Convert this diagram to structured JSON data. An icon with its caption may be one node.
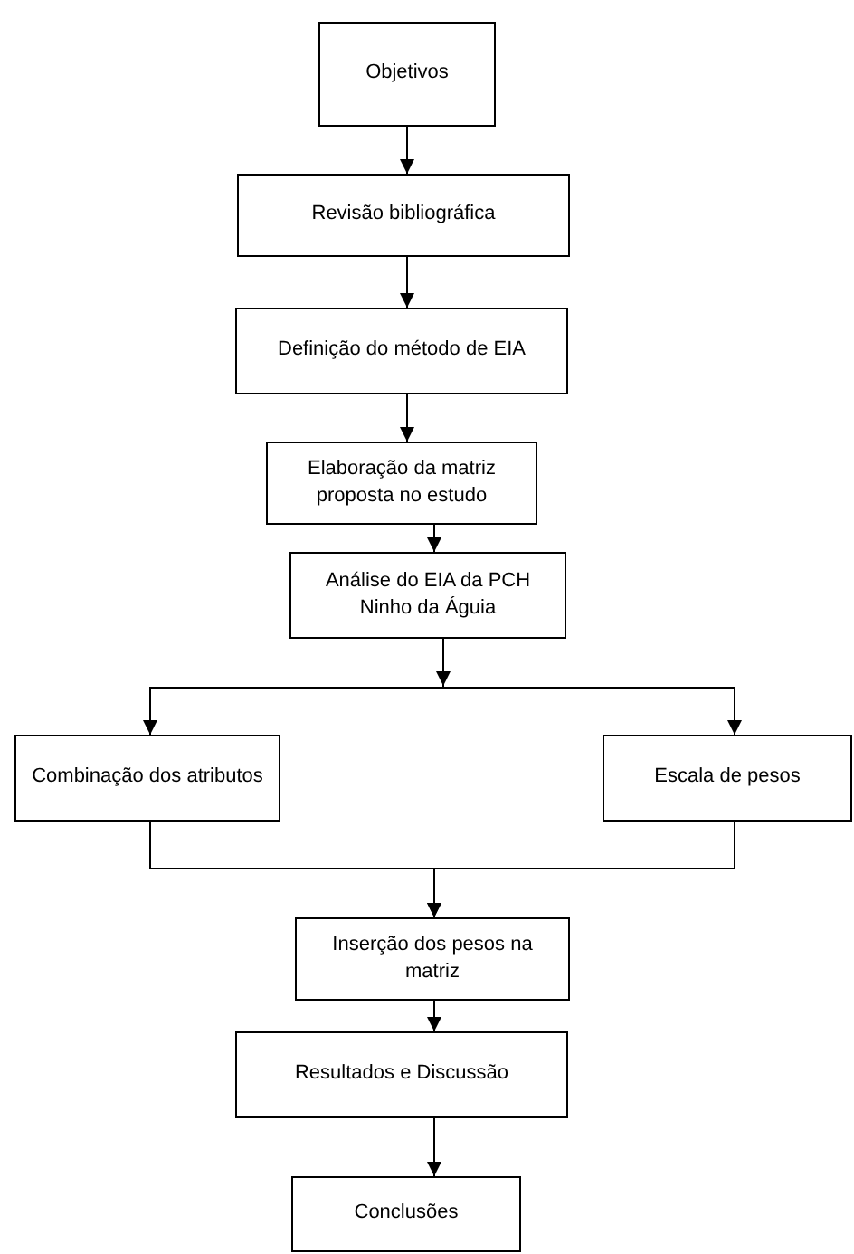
{
  "diagram": {
    "nodes": [
      {
        "text": [
          "Objetivos"
        ]
      },
      {
        "text": [
          "Revisão bibliográfica"
        ]
      },
      {
        "text": [
          "Definição do método de EIA"
        ]
      },
      {
        "text": [
          "Elaboração da matriz proposta no estudo"
        ]
      },
      {
        "text": [
          "Análise do EIA da PCH Ninho da Águia"
        ]
      },
      {
        "text": [
          "Combinação dos atributos"
        ]
      },
      {
        "text": [
          "Escala de pesos"
        ]
      },
      {
        "text": [
          "Inserção dos pesos na matriz"
        ]
      },
      {
        "text": [
          "Resultados e Discussão"
        ]
      },
      {
        "text": [
          "Conclusões"
        ]
      }
    ],
    "edges": [
      {
        "from": 0,
        "to": 1,
        "arrow": "to"
      },
      {
        "from": 1,
        "to": 2,
        "arrow": "to"
      },
      {
        "from": 2,
        "to": 3,
        "arrow": "to"
      },
      {
        "from": 3,
        "to": 4,
        "arrow": "to"
      },
      {
        "from": 4,
        "to": 5,
        "arrow": "to"
      },
      {
        "from": 4,
        "to": 6,
        "arrow": "to"
      },
      {
        "from": 5,
        "to": 7,
        "arrow": "to"
      },
      {
        "from": 6,
        "to": 7,
        "arrow": "to"
      },
      {
        "from": 7,
        "to": 8,
        "arrow": "to"
      },
      {
        "from": 8,
        "to": 9,
        "arrow": "to"
      }
    ]
  }
}
